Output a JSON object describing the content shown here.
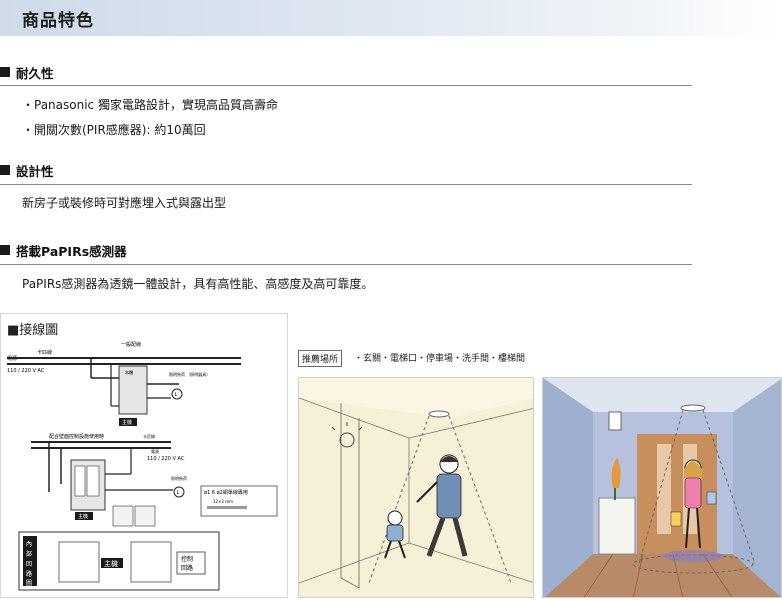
{
  "banner": {
    "title": "商品特色"
  },
  "sections": [
    {
      "title": "耐久性",
      "bullets": [
        "・Panasonic 獨家電路設計，實現高品質高壽命",
        "・開關次數(PIR感應器): 約10萬回"
      ]
    },
    {
      "title": "設計性",
      "text": "新房子或裝修時可對應埋入式與露出型"
    },
    {
      "title": "搭載PaPIRs感測器",
      "text": "PaPIRs感測器為透鏡一體設計，具有高性能、高感度及高可靠度。"
    }
  ],
  "wiring": {
    "title": "■接線圖",
    "labels": {
      "general": "一般配線",
      "phase_top": "卡匹線",
      "power_top": "電源",
      "volt_top": "110 / 220 V AC",
      "unit_top": "本體",
      "lamp_top": "照明負荷\n（照明器具）",
      "main_top": "主機",
      "combined": "配合壁面控制設施使用時",
      "phase_mid": "卡匹線",
      "power_mid": "電源",
      "volt_mid": "110 / 220 V AC",
      "lamp_mid": "照明負荷",
      "main_mid": "主機",
      "spec": "ø1.6 ø2銅單線專用",
      "spec_sub": "12×2 mm",
      "inner": "內部回路圖",
      "main_bottom": "主機",
      "control": "控制\n回路"
    }
  },
  "scene_header": {
    "tag": "推薦場所",
    "places": "・玄關・電梯口・停車場・洗手間・樓梯間"
  },
  "colors": {
    "banner_start": "#cfdbea",
    "rule": "#8a8a8a",
    "scene1_wall": "#f6f0d6",
    "scene2_wall": "#b5c1dd",
    "floor_wood": "#b98a68"
  }
}
